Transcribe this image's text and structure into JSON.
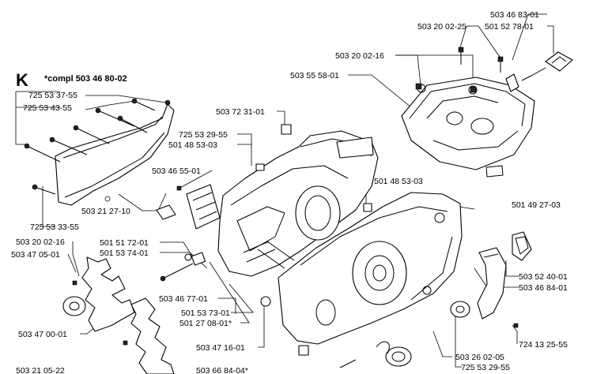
{
  "section_letter": "K",
  "kit_note": "*compl 503 46 80-02",
  "labels": [
    "503 46 83-01",
    "501 52 78-01",
    "503 20 02-25",
    "503 20 02-16",
    "503 55 58-01",
    "725 53 37-55",
    "725 53 43-55",
    "503 72 31-01",
    "725 53 29-55",
    "501 48 53-03",
    "503 46 55-01",
    "501 48 53-03",
    "503 21 27-10",
    "501 49 27-03",
    "725 53 33-55",
    "503 20 02-16",
    "503 47 05-01",
    "501 51 72-01",
    "501 53 74-01",
    "503 52 40-01",
    "503 46 84-01",
    "503 46 77-01",
    "501 53 73-01",
    "501 27 08-01*",
    "503 47 00-01",
    "724 13 25-55",
    "503 47 16-01",
    "503 26 02-05",
    "725 53 29-55",
    "503 21 05-22",
    "503 66 84-04*"
  ]
}
